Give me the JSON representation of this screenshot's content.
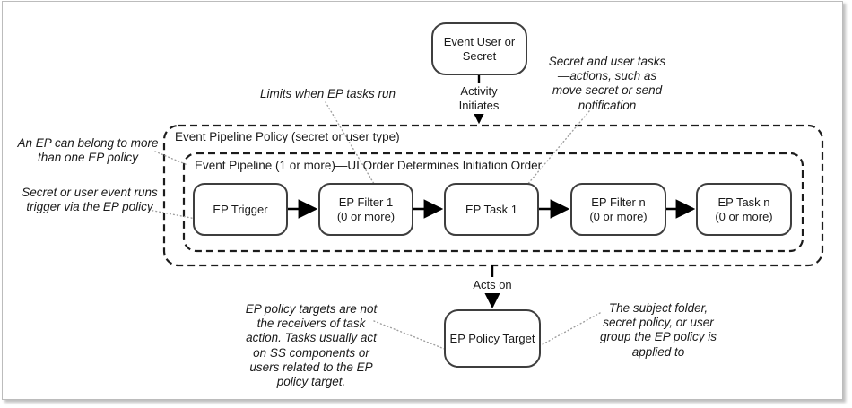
{
  "diagram": {
    "source_node": {
      "label": "Event User or Secret"
    },
    "activity_label": "Activity Initiates",
    "acts_on_label": "Acts on",
    "policy_container": {
      "label": "Event Pipeline Policy (secret or user type)"
    },
    "pipeline_container": {
      "label": "Event Pipeline (1 or more)—UI Order Determines Initiation Order"
    },
    "pipeline_nodes": [
      {
        "label": "EP Trigger",
        "sublabel": ""
      },
      {
        "label": "EP Filter 1",
        "sublabel": "(0 or more)"
      },
      {
        "label": "EP Task 1",
        "sublabel": ""
      },
      {
        "label": "EP Filter n",
        "sublabel": "(0 or more)"
      },
      {
        "label": "EP Task n",
        "sublabel": "(0 or more)"
      }
    ],
    "target_node": {
      "label": "EP Policy Target"
    },
    "annotations": {
      "limits": {
        "text": "Limits when EP tasks run"
      },
      "secret_user_tasks": {
        "text": "Secret and user tasks—actions, such as move secret or send notification"
      },
      "ep_belong": {
        "text": "An EP can belong to more than one EP policy"
      },
      "event_runs_trigger": {
        "text": "Secret or user event runs trigger via the EP policy"
      },
      "targets_not_receivers": {
        "text": "EP policy targets are not the receivers of task action. Tasks usually act on SS components or users related to the EP policy target."
      },
      "subject_folder": {
        "text": "The subject folder, secret policy, or user group the EP policy is applied to"
      }
    },
    "colors": {
      "stroke": "#3e3e3e",
      "dashed_border": "#1c1c1c",
      "leader_line": "#9f9f9f",
      "page_border": "#bcbcbc",
      "background": "#ffffff"
    }
  }
}
